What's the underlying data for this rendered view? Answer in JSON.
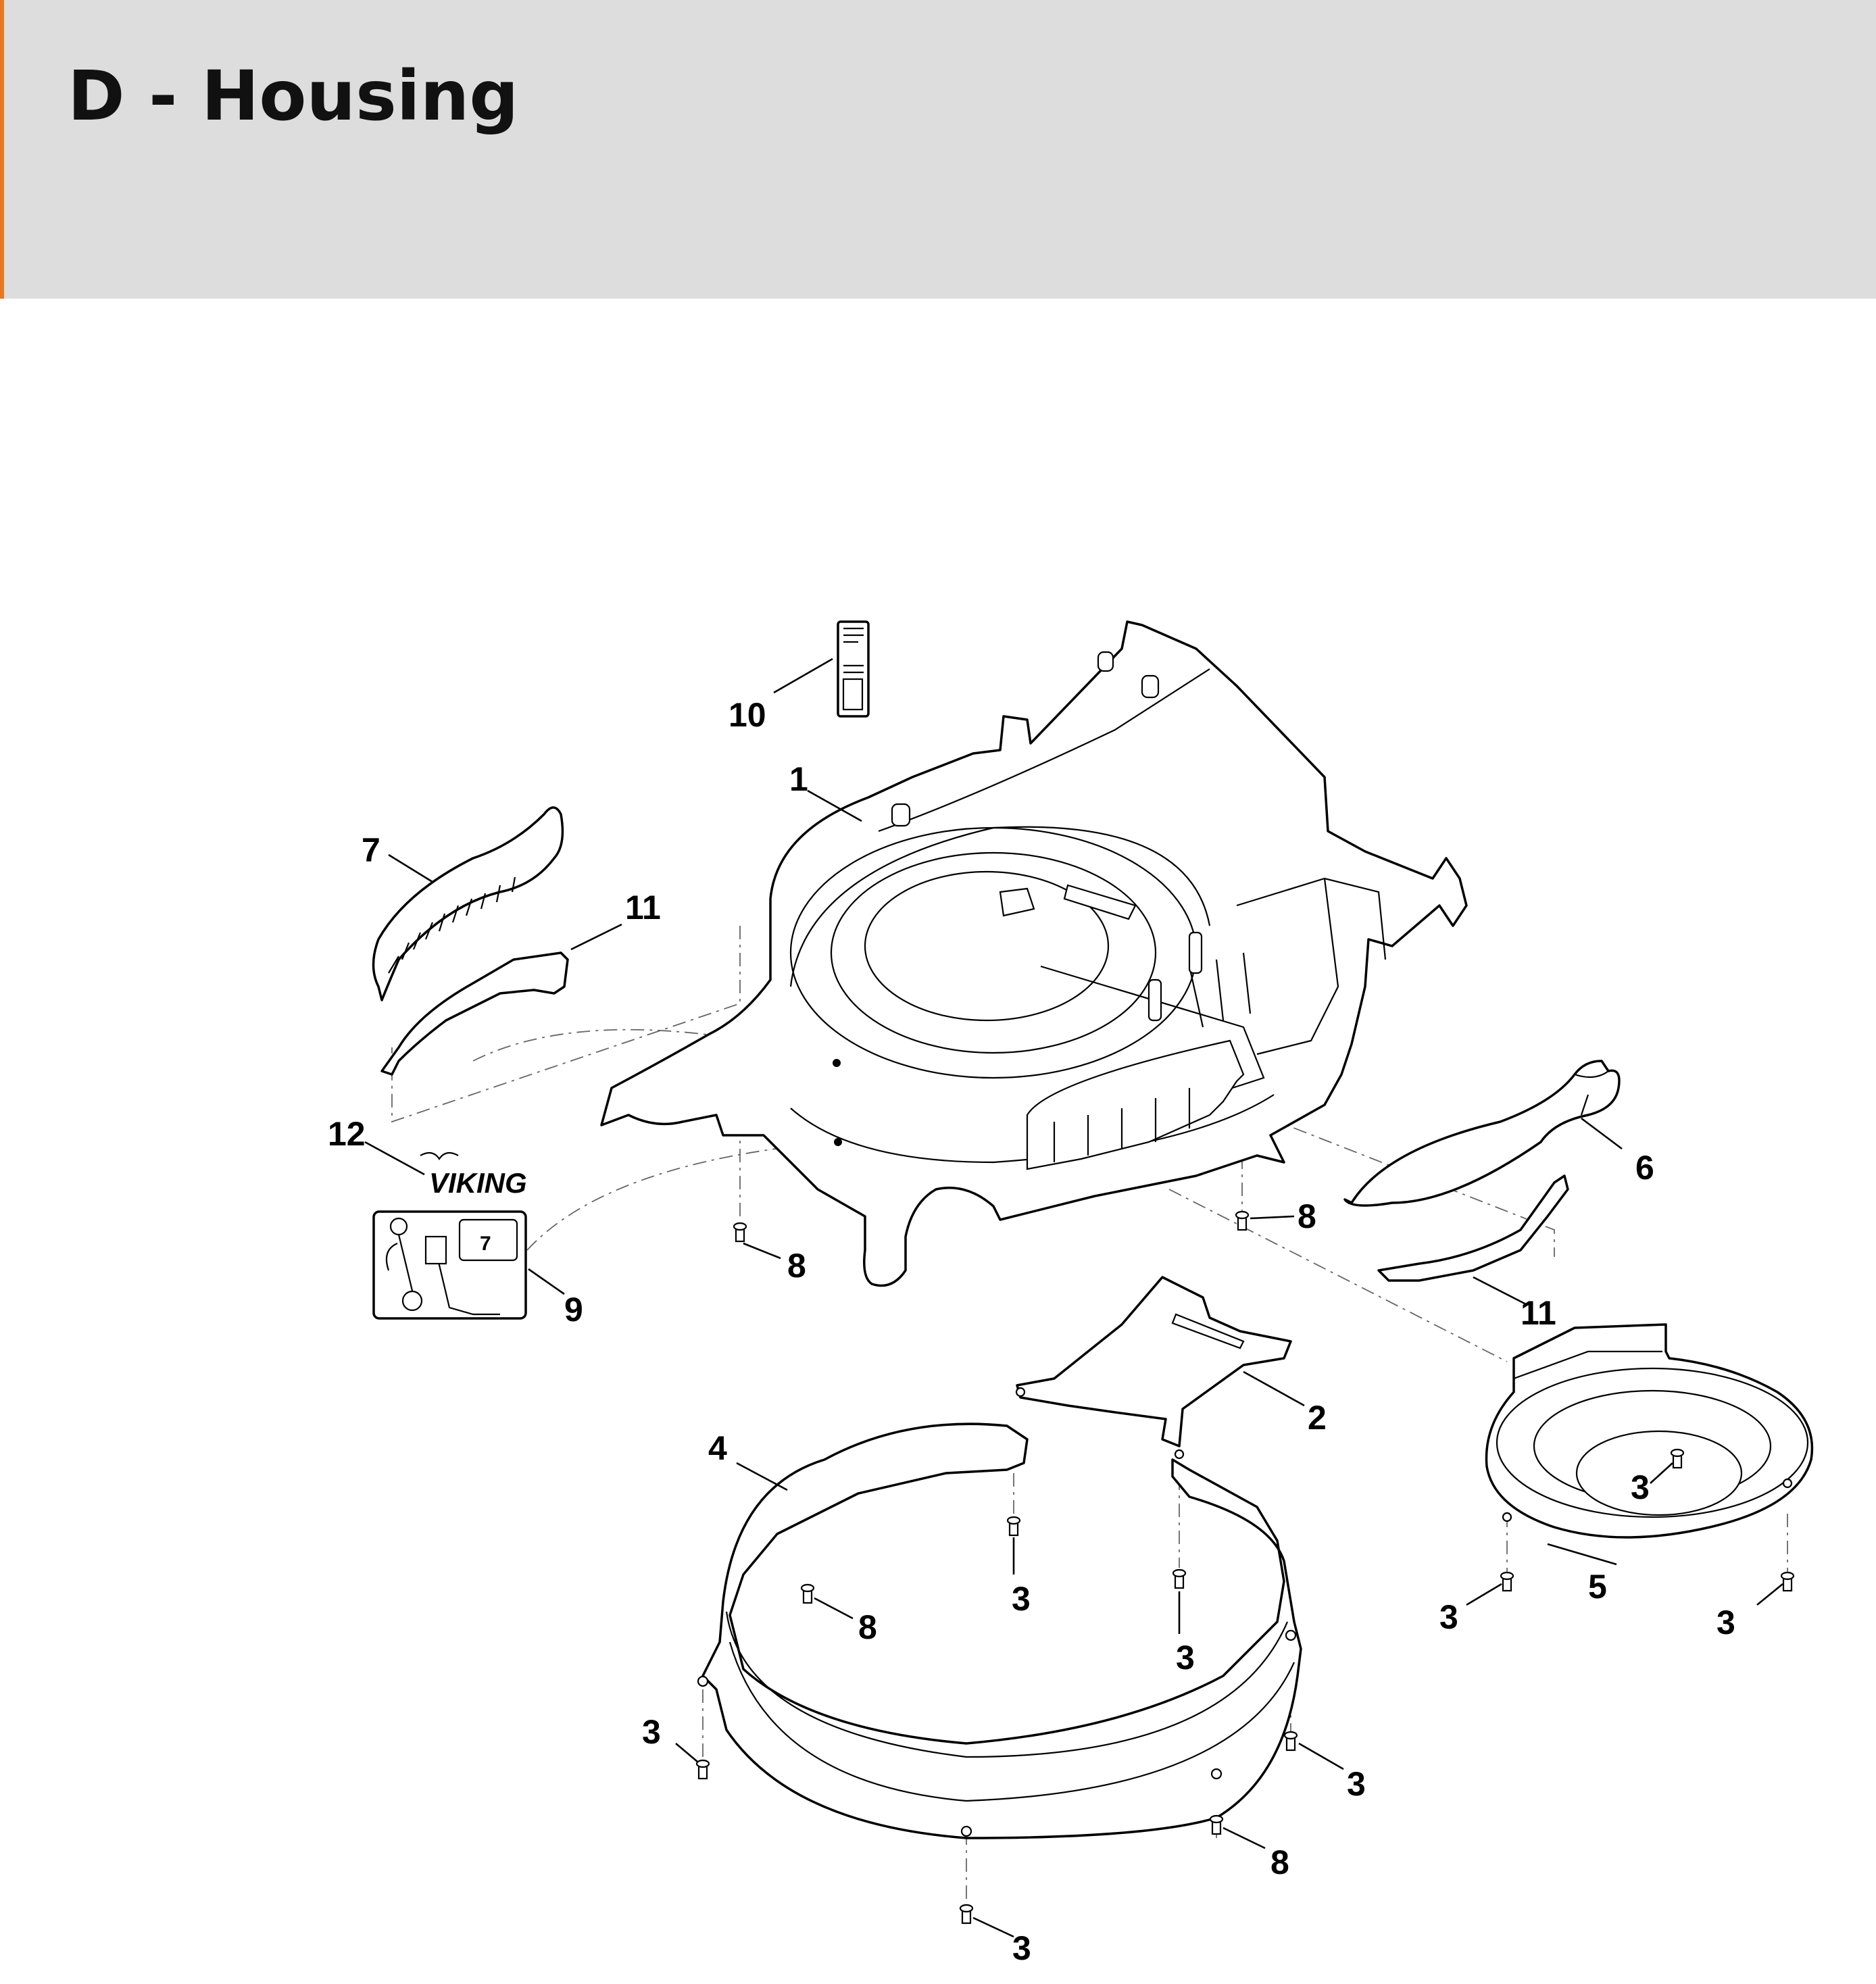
{
  "header": {
    "title": "D - Housing",
    "background": "#dcdddc",
    "accent_color": "#e87722"
  },
  "diagram": {
    "brand_label": "VIKING",
    "kit_label": "7",
    "callouts": [
      "1",
      "2",
      "3",
      "4",
      "5",
      "6",
      "7",
      "8",
      "9",
      "10",
      "11",
      "12"
    ]
  }
}
